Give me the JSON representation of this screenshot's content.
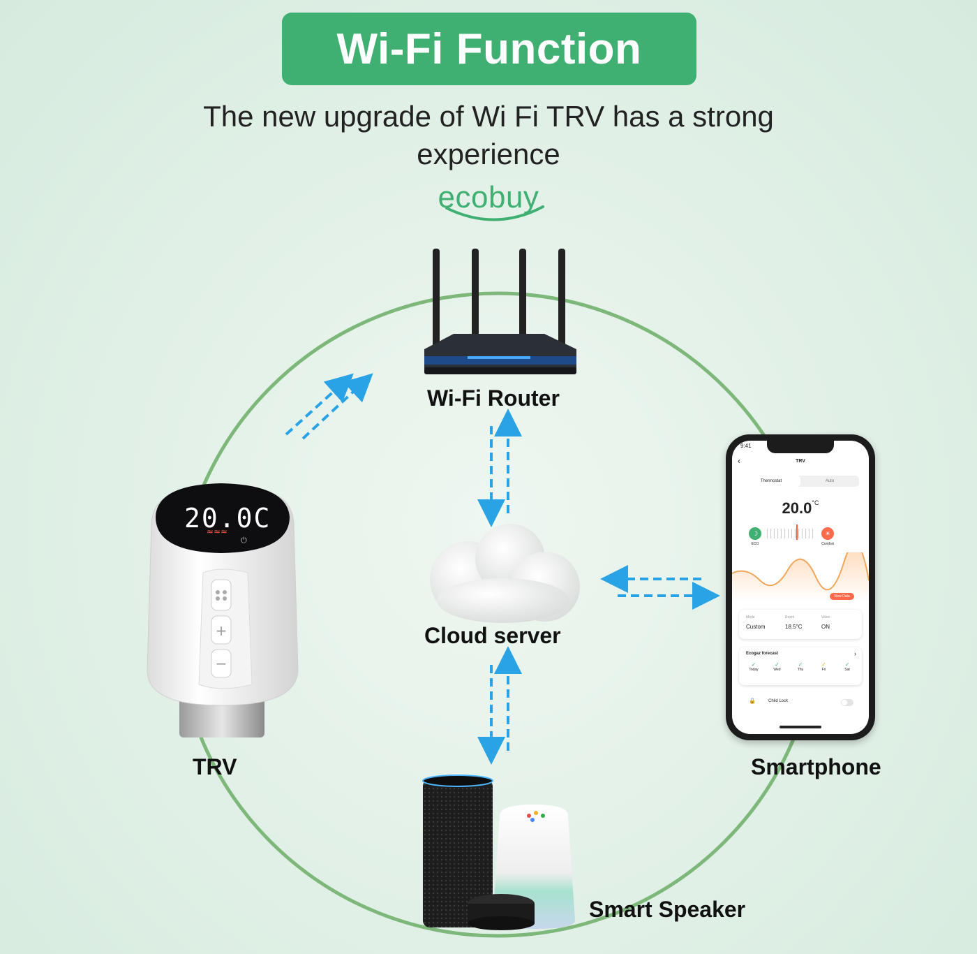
{
  "header": {
    "title": "Wi-Fi Function",
    "subtitle_line1": "The new upgrade of Wi Fi TRV has a strong",
    "subtitle_line2": "experience",
    "brand": "ecobuy"
  },
  "nodes": {
    "router": "Wi-Fi Router",
    "cloud": "Cloud server",
    "trv": "TRV",
    "smartphone": "Smartphone",
    "speaker": "Smart Speaker"
  },
  "trv_display": {
    "temperature": "20.0C"
  },
  "phone_app": {
    "status_time": "9:41",
    "screen_title": "TRV",
    "tabs": [
      "Thermostat",
      "Auto"
    ],
    "temperature": "20.0",
    "unit": "°C",
    "mode_left": "ECO",
    "mode_right": "Comfort",
    "view_data": "View Data",
    "stats_labels": [
      "Mode",
      "Room",
      "Valve"
    ],
    "stats_values": [
      "Custom",
      "18.5°C",
      "ON"
    ],
    "forecast_title": "Ecogaz forecast",
    "forecast_days": [
      "Today",
      "Wed",
      "Thu",
      "Fri",
      "Sat"
    ],
    "child_lock": "Child Lock"
  },
  "colors": {
    "accent_green": "#3faf72",
    "circle_green": "#7db77a",
    "arrow_blue": "#2aa3e6"
  }
}
